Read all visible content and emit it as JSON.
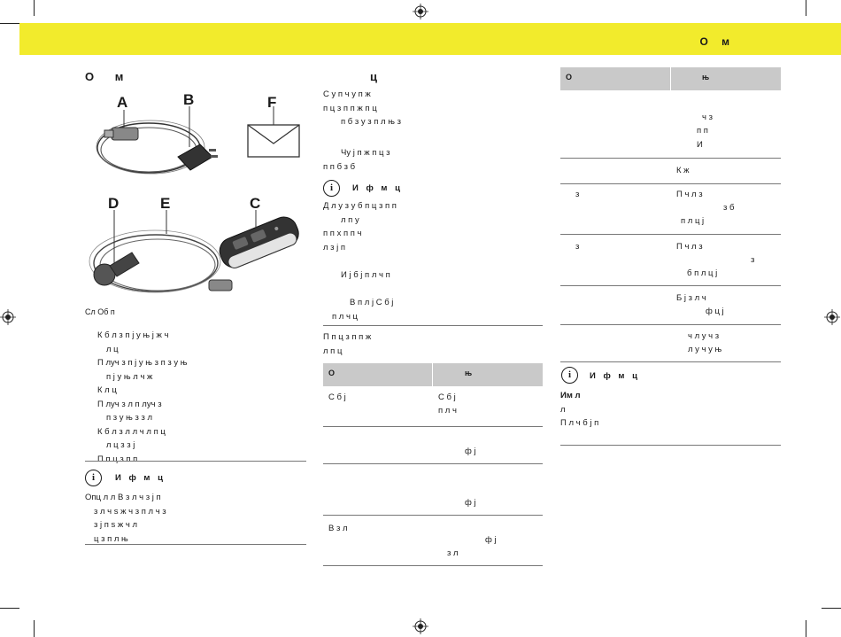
{
  "header": {
    "title": "О м"
  },
  "col1": {
    "title": "О м",
    "figure_letters": [
      "A",
      "B",
      "F",
      "D",
      "E",
      "C"
    ],
    "caption": "Сл Об п",
    "list": [
      "К б л з п ј у њ ј ж ч",
      "л ц",
      "П луч з п ј у њ з п з у њ",
      "п ј у њ л ч ж",
      "К л ц",
      "П луч з л п луч з",
      "п з у њ з з л",
      "К б л з л л ч л п ц",
      "л ц з з ј",
      "П п ц з п п"
    ],
    "info_title": "И ф м ц",
    "info_text": [
      "Опц л л В з л ч з ј п",
      "з л ч s ж ч з п л ч з",
      "з ј п s ж ч л",
      "ц з п л њ"
    ]
  },
  "col2": {
    "title": "ц",
    "para1": [
      "С у п ч у п ж",
      "п ц з п п ж п ц",
      "п б з у з п л њ з"
    ],
    "para2": [
      "Чу ј п ж п ц з",
      "п п б з б"
    ],
    "info_title": "И ф м ц",
    "info_text": [
      "Д л у з у б п ц з п п",
      "л п у",
      "п п х п п ч",
      "л з ј п"
    ],
    "bullet1": "И ј б ј п л ч п",
    "bullet2": [
      "В п л ј С б ј",
      "п л ч ц"
    ],
    "para3": [
      "П п ц з п п ж",
      "л п ц"
    ],
    "table": {
      "headers": [
        "О",
        "њ"
      ],
      "rows": [
        {
          "left": [
            "С б ј"
          ],
          "right": [
            "С б ј",
            "п л ч"
          ]
        },
        {
          "left": [
            ""
          ],
          "right": [
            "ф ј"
          ]
        },
        {
          "left": [
            ""
          ],
          "right": [
            "ф ј"
          ]
        },
        {
          "left": [
            "В з л"
          ],
          "right": [
            "ф ј",
            "з л"
          ]
        }
      ]
    }
  },
  "col3": {
    "table": {
      "headers": [
        "О",
        "њ"
      ],
      "rows": [
        {
          "left": [
            ""
          ],
          "right": [
            "ч з",
            "п п",
            "И"
          ]
        },
        {
          "left": [
            ""
          ],
          "right": [
            "К ж"
          ]
        },
        {
          "left": [
            "з"
          ],
          "right": [
            "П ч л з",
            "з б",
            "п л ц ј"
          ]
        },
        {
          "left": [
            "з"
          ],
          "right": [
            "П ч л з",
            "з",
            "б п л ц ј"
          ]
        },
        {
          "left": [
            ""
          ],
          "right": [
            "Б ј з л ч",
            "ф ц ј"
          ]
        },
        {
          "left": [
            ""
          ],
          "right": [
            "ч л у ч з",
            "л у ч у њ"
          ]
        }
      ]
    },
    "info_title": "И ф м ц",
    "info_text": [
      "Им л",
      "л",
      "П л ч б ј п"
    ]
  }
}
